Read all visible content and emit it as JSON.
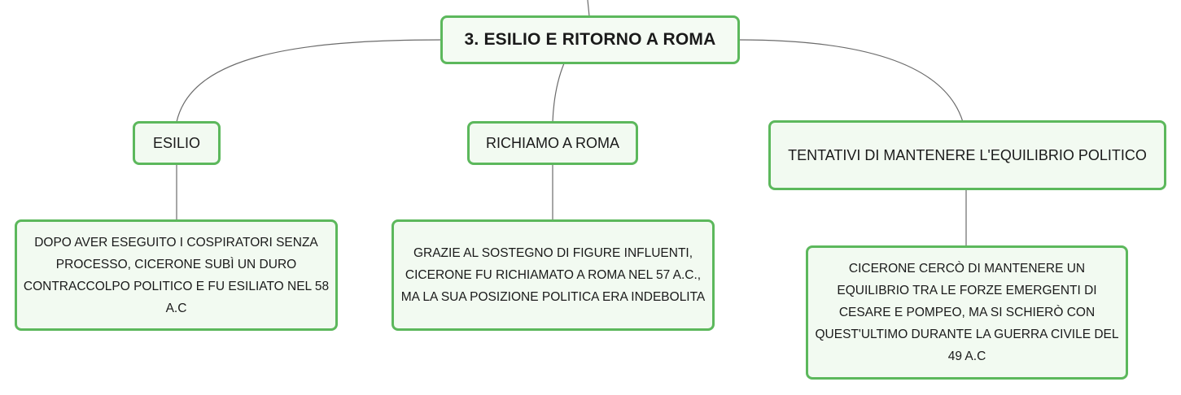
{
  "map": {
    "root": {
      "label": "3. ESILIO E RITORNO A ROMA"
    },
    "branches": [
      {
        "label": "ESILIO",
        "detail": "DOPO AVER ESEGUITO I COSPIRATORI SENZA PROCESSO, CICERONE SUBÌ UN DURO CONTRACCOLPO POLITICO E FU ESILIATO NEL 58 A.C"
      },
      {
        "label": "RICHIAMO A ROMA",
        "detail": "GRAZIE AL SOSTEGNO DI FIGURE INFLUENTI, CICERONE FU RICHIAMATO A ROMA NEL 57 A.C., MA LA SUA POSIZIONE POLITICA ERA INDEBOLITA"
      },
      {
        "label": "TENTATIVI DI MANTENERE L'EQUILIBRIO POLITICO",
        "detail": "CICERONE CERCÒ DI MANTENERE UN EQUILIBRIO TRA LE FORZE EMERGENTI DI CESARE E POMPEO, MA SI SCHIERÒ CON QUEST'ULTIMO DURANTE LA GUERRA CIVILE DEL 49 A.C"
      }
    ]
  },
  "colors": {
    "node_border": "#5cb85c",
    "node_fill": "#f2faf1",
    "connector": "#6b6b6b"
  }
}
